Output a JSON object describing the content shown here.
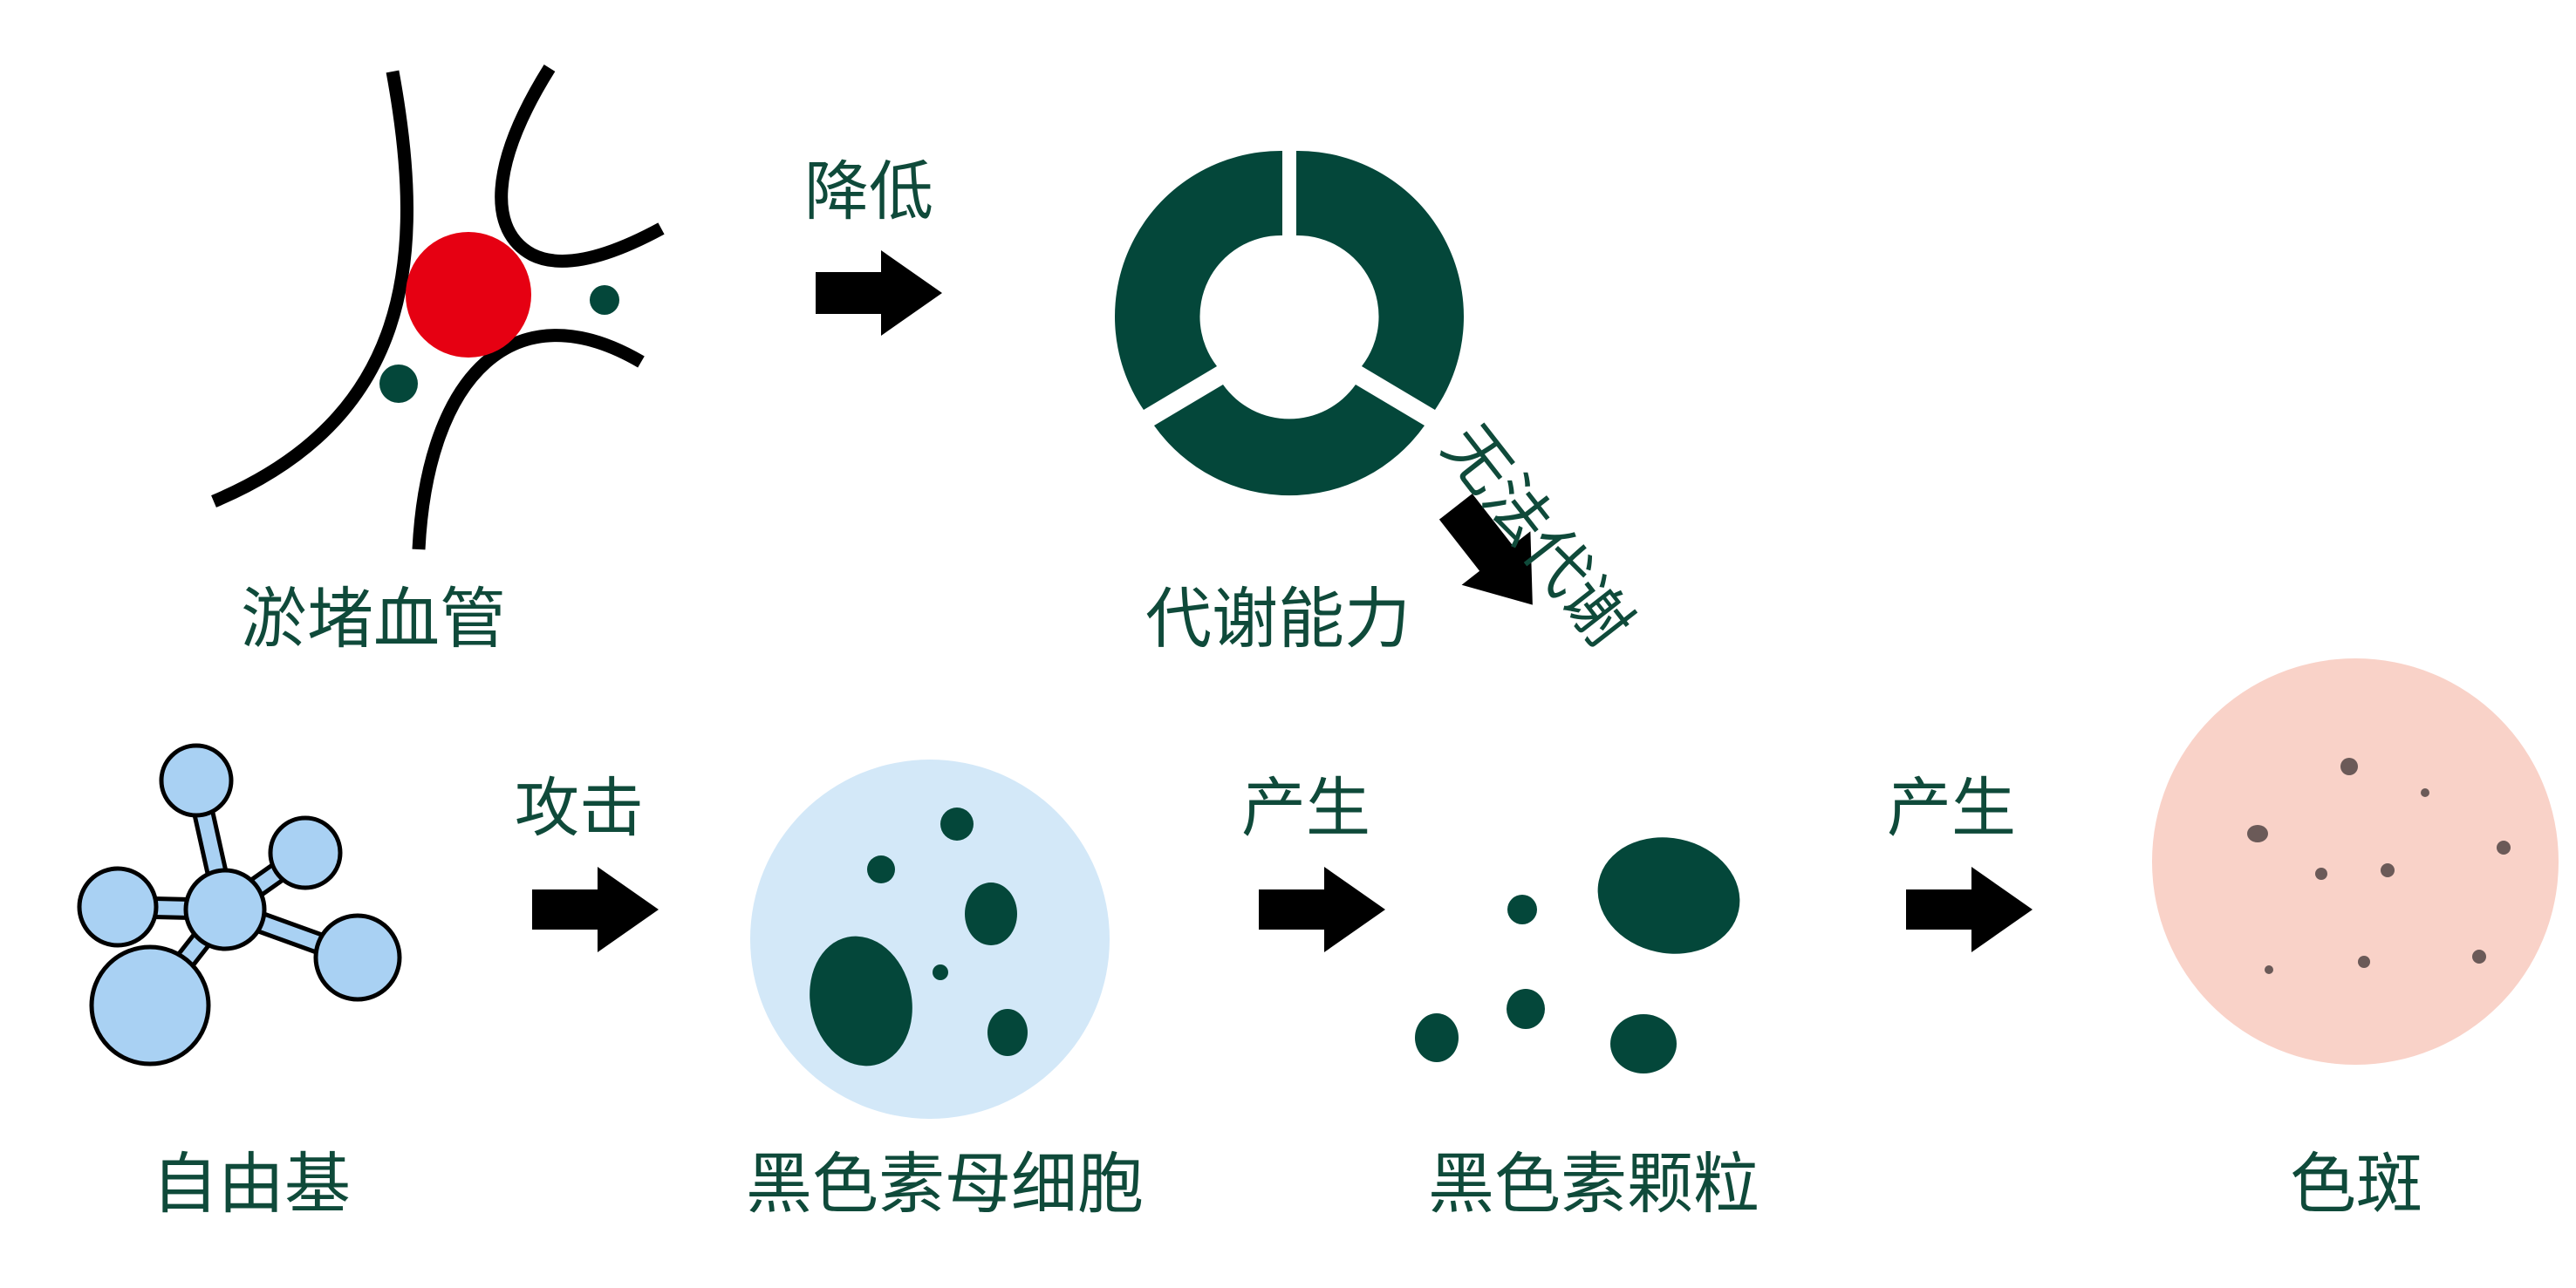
{
  "labels": {
    "blocked_vessel": "淤堵血管",
    "metabolism": "代谢能力",
    "free_radical": "自由基",
    "melanocyte": "黑色素母细胞",
    "melanin_granules": "黑色素颗粒",
    "spots": "色斑"
  },
  "arrows": {
    "reduce": "降低",
    "cannot_metabolize": "无法代谢",
    "attack": "攻击",
    "produce_1": "产生",
    "produce_2": "产生"
  },
  "colors": {
    "text": "#0f4a3a",
    "dark_green": "#04473a",
    "red": "#e60012",
    "light_blue": "#a9d1f3",
    "pale_blue": "#d3e8f8",
    "pink": "#f9d2c8",
    "spot": "#6b5a58",
    "black": "#000000"
  }
}
